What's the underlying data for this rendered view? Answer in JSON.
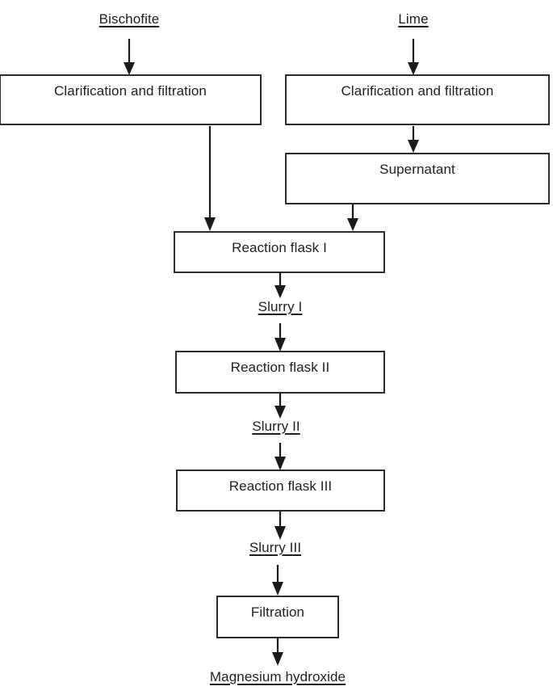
{
  "diagram": {
    "title": "Magnesium hydroxide production process flow diagram",
    "ink_color": "#1a1a1a",
    "box_border_color": "#2b2b2b",
    "background_color": "#ffffff"
  },
  "nodes": {
    "clarification_left": "Clarification and filtration",
    "clarification_right": "Clarification and filtration",
    "supernatant": "Supernatant",
    "reaction_flask_1": "Reaction flask I",
    "reaction_flask_2": "Reaction flask II",
    "reaction_flask_3": "Reaction flask III",
    "filtration": "Filtration"
  },
  "stream_labels": {
    "bischofite": "Bischofite",
    "lime": "Lime",
    "slurry_1": "Slurry  I",
    "slurry_2": "Slurry II",
    "slurry_3": "Slurry III",
    "product": "Magnesium hydroxide"
  },
  "flow_sequence": [
    "Bischofite",
    "Clarification and filtration",
    "Lime",
    "Clarification and filtration",
    "Supernatant",
    "Reaction flask I",
    "Slurry  I",
    "Reaction flask II",
    "Slurry II",
    "Reaction flask III",
    "Slurry III",
    "Filtration",
    "Magnesium hydroxide"
  ]
}
